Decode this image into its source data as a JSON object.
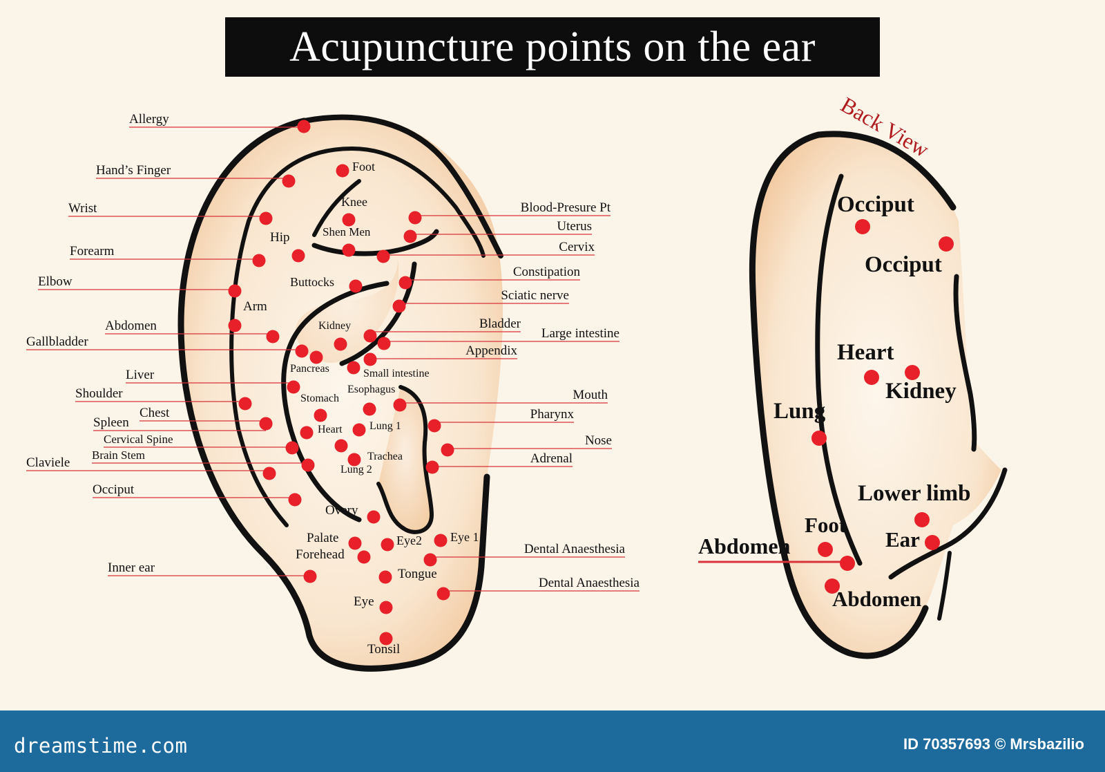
{
  "title": "Acupuncture points on the ear",
  "back_view_title": "Back View",
  "colors": {
    "background": "#fbf4e9",
    "ear_fill": "#f7d8b4",
    "outline": "#111111",
    "point": "#e8202a",
    "leader_line": "#d8323a",
    "footer": "#1d6a9c",
    "label_back_highlight": "#e8202a"
  },
  "front_labels": [
    "Allergy",
    "Hand’s Finger",
    "Wrist",
    "Forearm",
    "Elbow",
    "Abdomen",
    "Gallbladder",
    "Liver",
    "Shoulder",
    "Chest",
    "Spleen",
    "Cervical Spine",
    "Brain Stem",
    "Claviele",
    "Occiput",
    "Inner ear",
    "Foot",
    "Knee",
    "Shen Men",
    "Hip",
    "Buttocks",
    "Arm",
    "Kidney",
    "Pancreas",
    "Small intestine",
    "Esophagus",
    "Stomach",
    "Heart",
    "Lung 1",
    "Trachea",
    "Lung 2",
    "Blood-Presure Pt",
    "Uterus",
    "Cervix",
    "Constipation",
    "Sciatic nerve",
    "Bladder",
    "Large intestine",
    "Appendix",
    "Mouth",
    "Pharynx",
    "Nose",
    "Adrenal",
    "Overy",
    "Palate",
    "Forehead",
    "Eye2",
    "Eye 1",
    "Dental Anaesthesia",
    "Dental Anaesthesia",
    "Tongue",
    "Eye",
    "Tonsil"
  ],
  "back_labels": [
    "Occiput",
    "Occiput",
    "Heart",
    "Kidney",
    "Lung",
    "Lower limb",
    "Foot",
    "Ear",
    "Abdomen",
    "Abdomen"
  ],
  "footer": {
    "logo": "dreamstime.com",
    "id": "ID 70357693 © Mrsbazilio"
  }
}
